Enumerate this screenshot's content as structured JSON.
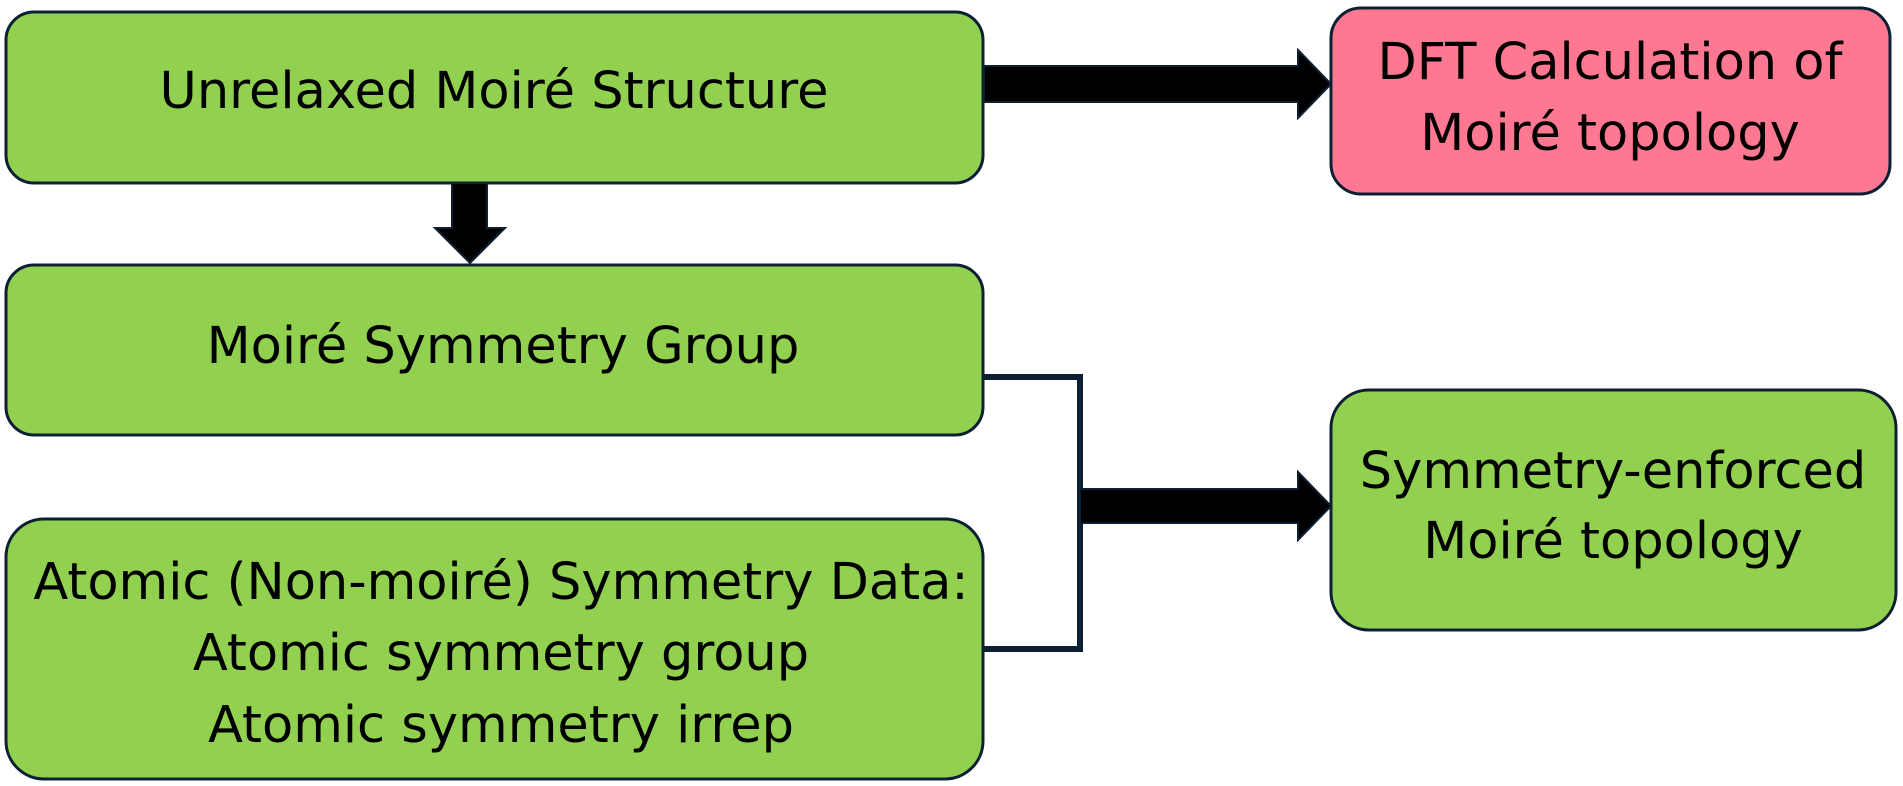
{
  "colors": {
    "green_box": "#92D050",
    "pink_box": "#FF7891",
    "box_border": "#0C1F33",
    "arrow_fill": "#000000",
    "connector_stroke": "#0C1F33",
    "background": "#FFFFFF"
  },
  "nodes": {
    "unrelaxed": {
      "lines": [
        "Unrelaxed Moiré Structure"
      ]
    },
    "dft": {
      "lines": [
        "DFT Calculation of",
        "Moiré topology"
      ]
    },
    "symmetry_group": {
      "lines": [
        "Moiré Symmetry Group"
      ]
    },
    "atomic_data": {
      "lines": [
        "Atomic (Non-moiré) Symmetry Data:",
        "Atomic symmetry group",
        "Atomic symmetry irrep"
      ]
    },
    "enforced": {
      "lines": [
        "Symmetry-enforced",
        "Moiré topology"
      ]
    }
  }
}
